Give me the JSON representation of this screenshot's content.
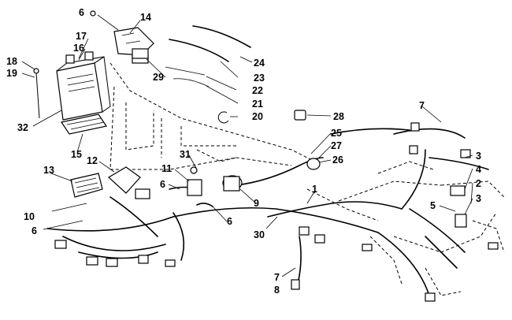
{
  "callouts": {
    "c1": "1",
    "c2": "2",
    "c3a": "3",
    "c3b": "3",
    "c4": "4",
    "c5": "5",
    "c6a": "6",
    "c6b": "6",
    "c6c": "6",
    "c6d": "6",
    "c7a": "7",
    "c7b": "7",
    "c8": "8",
    "c10": "10",
    "c11": "11",
    "c12": "12",
    "c13": "13",
    "c14": "14",
    "c15": "15",
    "c16": "16",
    "c17": "17",
    "c18": "18",
    "c19": "19",
    "c20": "20",
    "c21": "21",
    "c22": "22",
    "c23": "23",
    "c24": "24",
    "c25": "25",
    "c26": "26",
    "c27": "27",
    "c28": "28",
    "c29": "29",
    "c30": "30",
    "c31": "31",
    "c32": "32"
  }
}
